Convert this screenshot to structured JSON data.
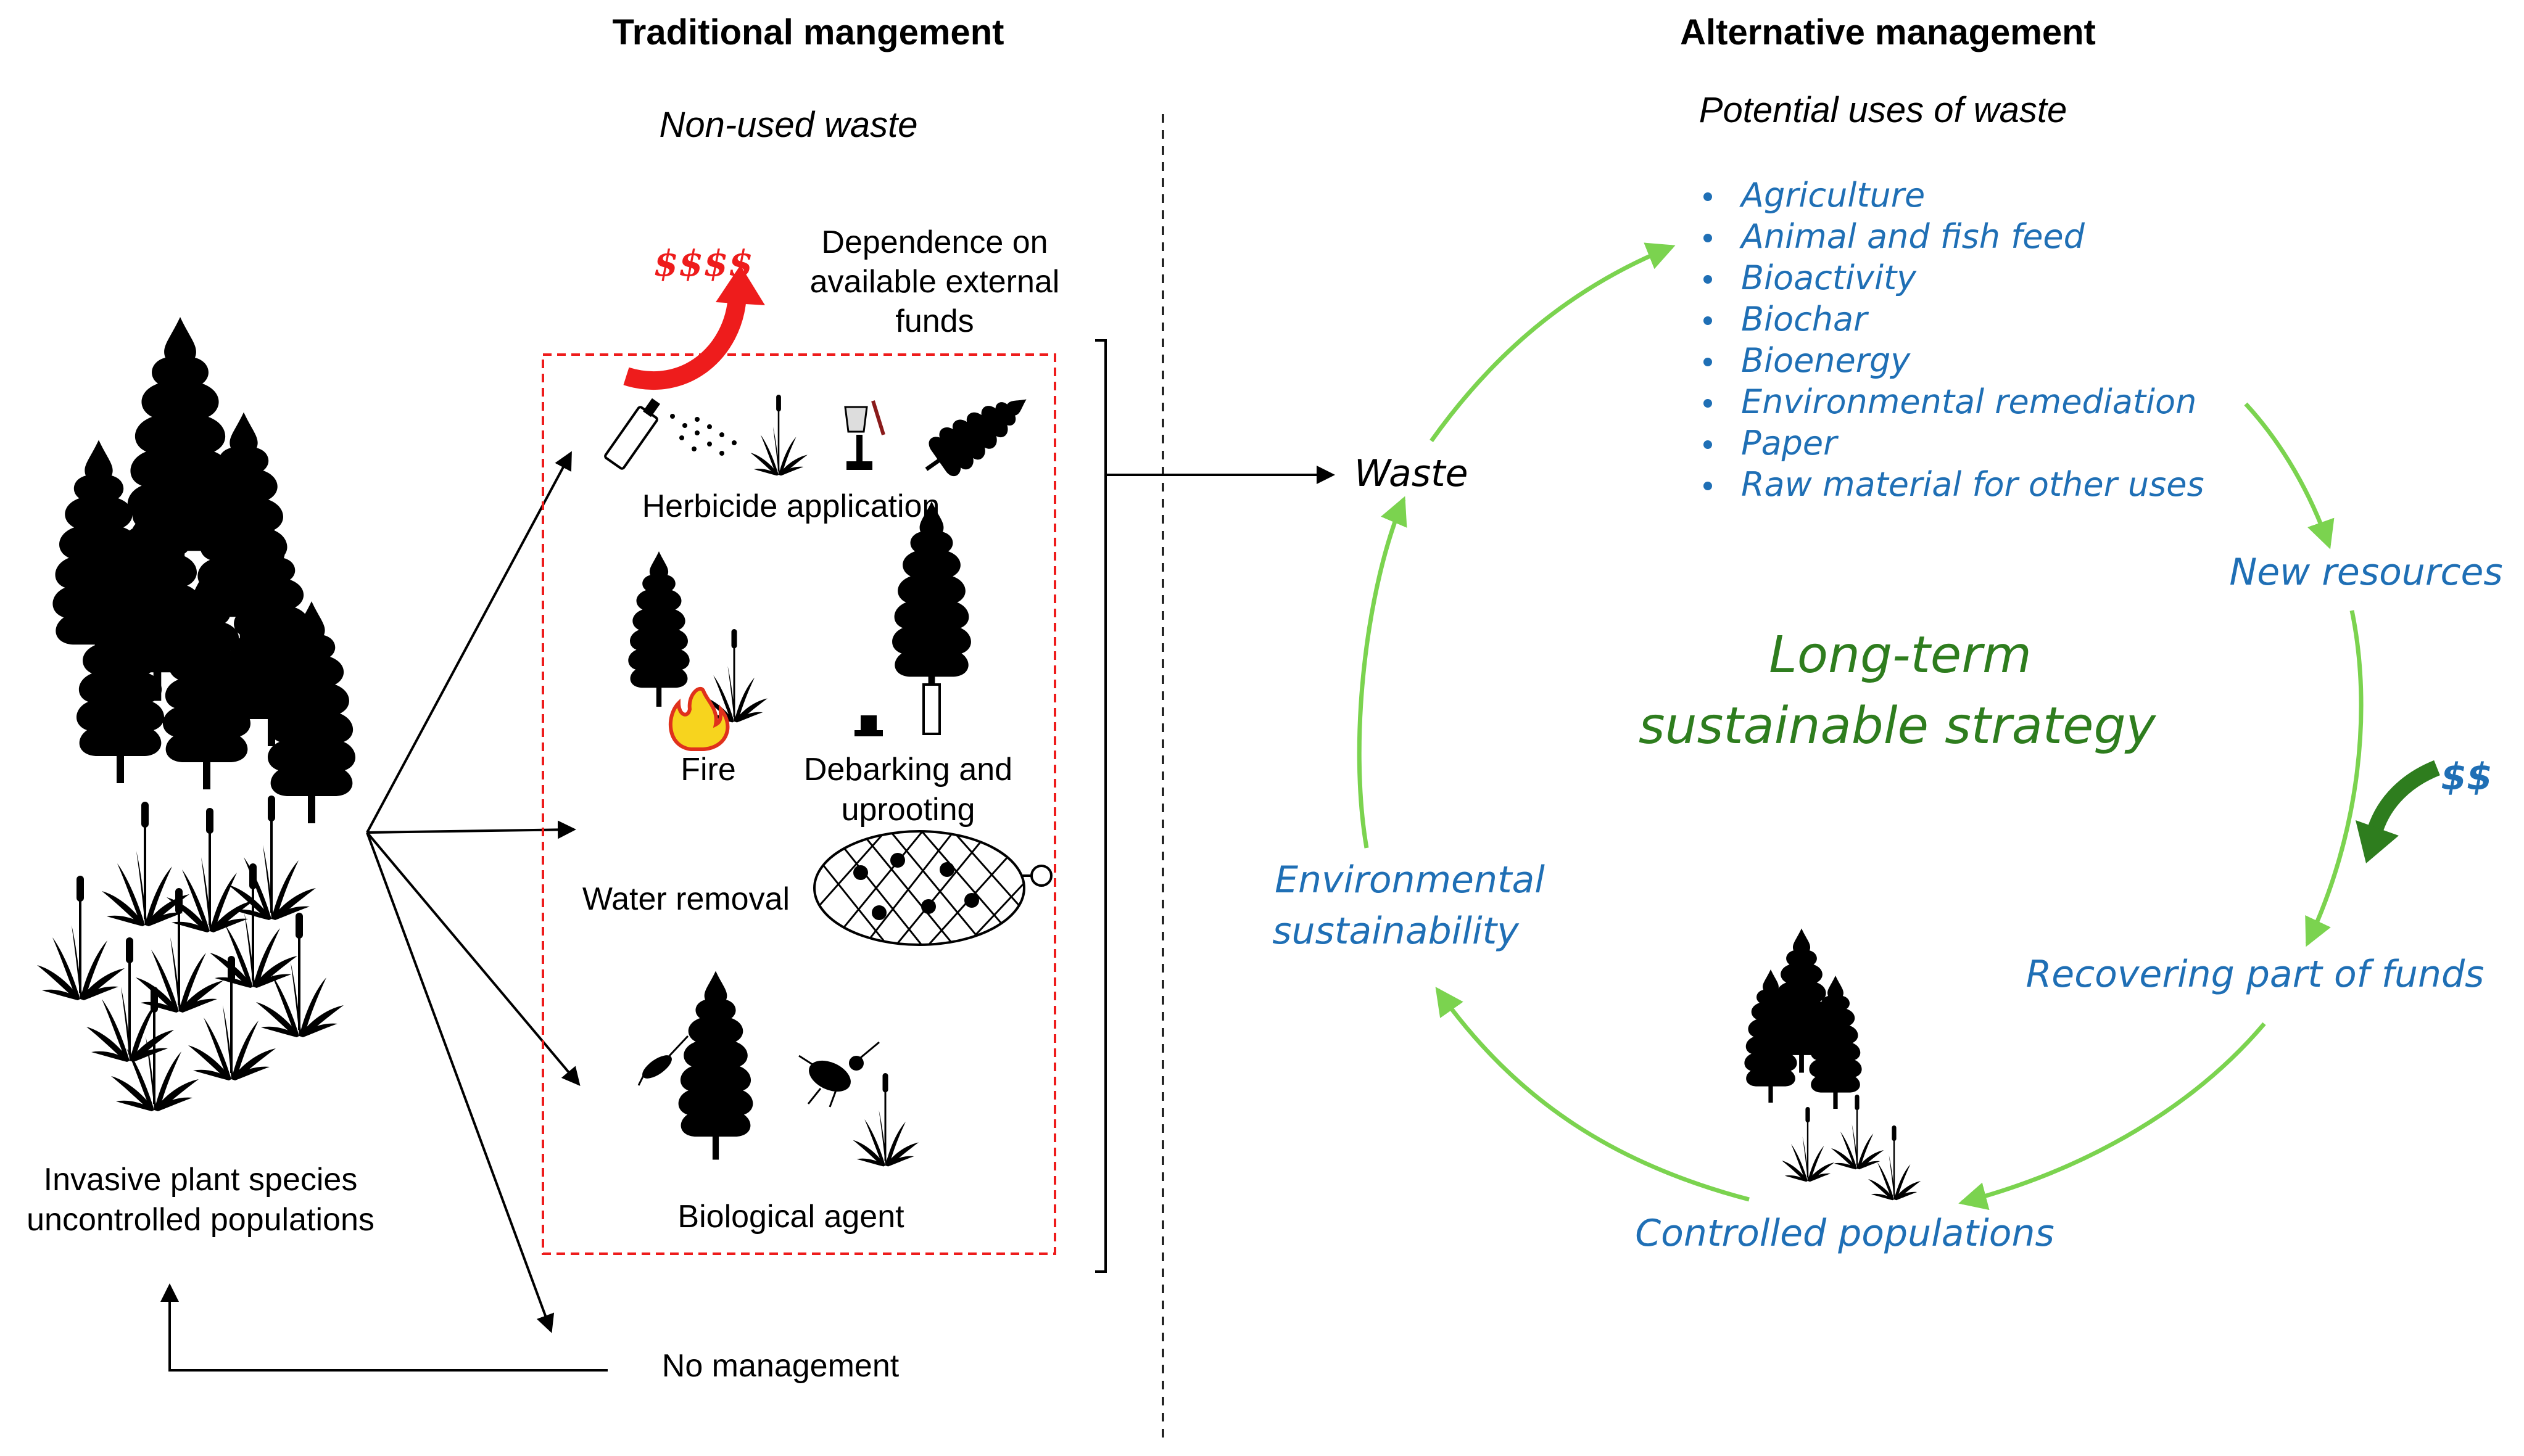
{
  "headings": {
    "traditional": "Traditional mangement",
    "alternative": "Alternative management"
  },
  "subheadings": {
    "non_used": "Non-used waste",
    "potential": "Potential uses of waste"
  },
  "left": {
    "invasive_line1": "Invasive  plant species",
    "invasive_line2": "uncontrolled populations",
    "no_management": "No management"
  },
  "traditional_box": {
    "money": "$$$$",
    "dependence_line1": "Dependence on",
    "dependence_line2": "available external",
    "dependence_line3": "funds",
    "herbicide": "Herbicide application",
    "fire": "Fire",
    "debarking_line1": "Debarking and",
    "debarking_line2": "uprooting",
    "water_removal": "Water removal",
    "biological": "Biological agent"
  },
  "cycle": {
    "waste": "Waste",
    "uses": [
      "Agriculture",
      "Animal and fish feed",
      "Bioactivity",
      "Biochar",
      "Bioenergy",
      "Environmental remediation",
      "Paper",
      "Raw material for other uses"
    ],
    "new_resources": "New resources",
    "money": "$$",
    "recovering": "Recovering part of funds",
    "controlled": "Controlled populations",
    "env_line1": "Environmental",
    "env_line2": "sustainability",
    "center_line1": "Long-term",
    "center_line2": "sustainable strategy"
  },
  "colors": {
    "blue_text": "#1f6fb5",
    "green_arrow": "#7bd34f",
    "dark_green": "#2e7d1e",
    "red": "#ee1c1c",
    "black": "#000000"
  }
}
